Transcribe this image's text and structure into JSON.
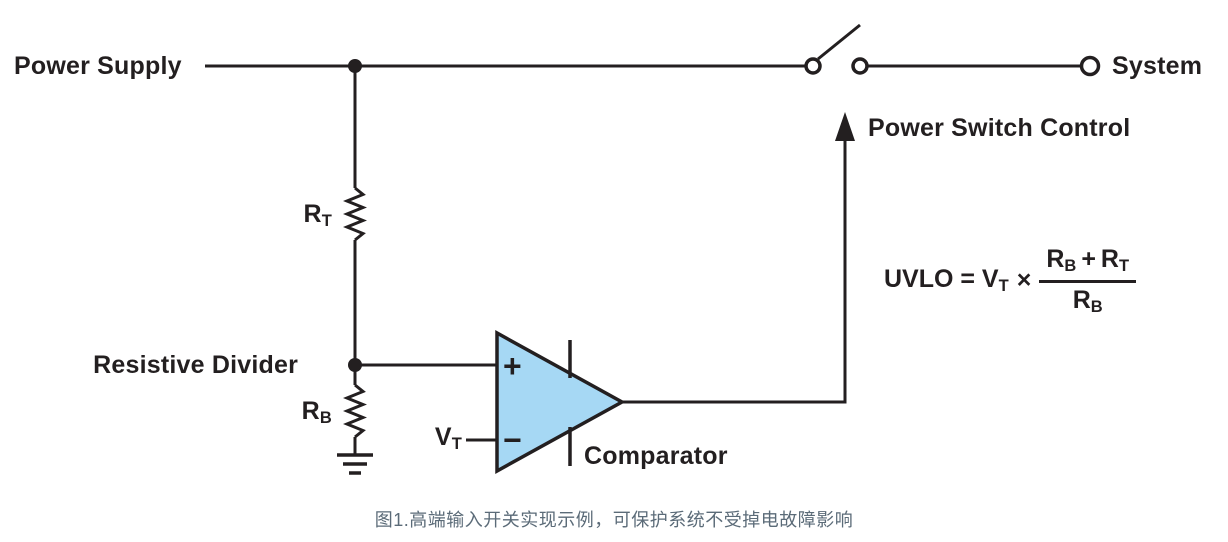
{
  "labels": {
    "power_supply": "Power Supply",
    "system": "System",
    "power_switch_control": "Power Switch Control",
    "resistive_divider": "Resistive Divider",
    "comparator": "Comparator",
    "r_top": {
      "base": "R",
      "sub": "T"
    },
    "r_bottom": {
      "base": "R",
      "sub": "B"
    },
    "v_threshold": {
      "base": "V",
      "sub": "T"
    },
    "plus_input": "+",
    "minus_input": "−"
  },
  "formula": {
    "lhs": "UVLO = V",
    "lhs_sub": "T",
    "operator": "×",
    "numerator": {
      "r1": "R",
      "r1_sub": "B",
      "plus": "+",
      "r2": "R",
      "r2_sub": "T"
    },
    "denominator": {
      "r": "R",
      "r_sub": "B"
    }
  },
  "caption": "图1.高端输入开关实现示例，可保护系统不受掉电故障影响",
  "colors": {
    "line": "#231f20",
    "text": "#231f20",
    "comparator_fill": "#a6d8f4",
    "caption": "#5b6b78"
  }
}
